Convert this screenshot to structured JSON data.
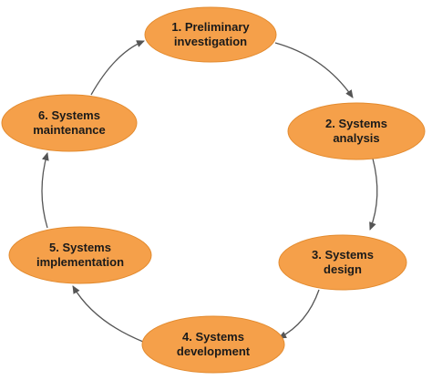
{
  "diagram": {
    "type": "cycle",
    "fill_color": "#F5A04A",
    "stroke_color": "#E38B2F",
    "arrow_color": "#555555",
    "nodes": [
      {
        "id": "n1",
        "lines": [
          "1. Preliminary",
          "investigation"
        ]
      },
      {
        "id": "n2",
        "lines": [
          "2. Systems",
          "analysis"
        ]
      },
      {
        "id": "n3",
        "lines": [
          "3. Systems",
          "design"
        ]
      },
      {
        "id": "n4",
        "lines": [
          "4. Systems",
          "development"
        ]
      },
      {
        "id": "n5",
        "lines": [
          "5. Systems",
          "implementation"
        ]
      },
      {
        "id": "n6",
        "lines": [
          "6. Systems",
          "maintenance"
        ]
      }
    ],
    "edges": [
      {
        "from": "n1",
        "to": "n2"
      },
      {
        "from": "n2",
        "to": "n3"
      },
      {
        "from": "n3",
        "to": "n4"
      },
      {
        "from": "n4",
        "to": "n5"
      },
      {
        "from": "n5",
        "to": "n6"
      },
      {
        "from": "n6",
        "to": "n1"
      }
    ]
  }
}
